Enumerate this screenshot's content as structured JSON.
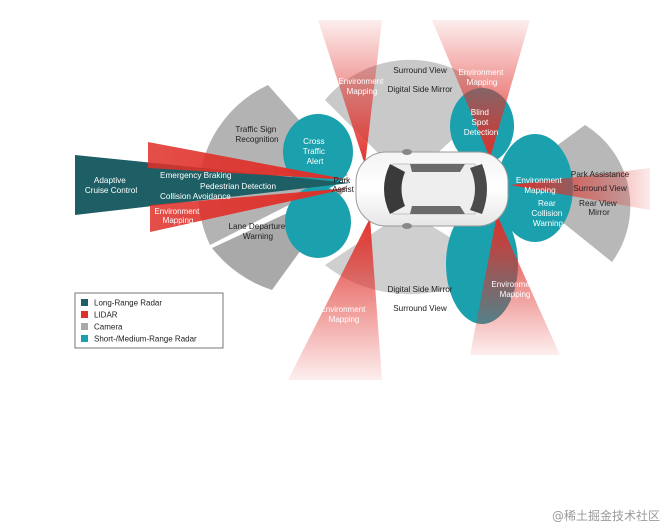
{
  "labels": {
    "adaptive_cruise_control": [
      "Adaptive",
      "Cruise Control"
    ],
    "emergency_braking": "Emergency Braking",
    "pedestrian_detection": "Pedestrian Detection",
    "collision_avoidance": "Collision Avoidance",
    "env_mapping_front": [
      "Environment",
      "Mapping"
    ],
    "traffic_sign_recognition": [
      "Traffic Sign",
      "Recognition"
    ],
    "lane_departure_warning": [
      "Lane Departure",
      "Warning"
    ],
    "cross_traffic_alert": [
      "Cross",
      "Traffic",
      "Alert"
    ],
    "park_assist_front": [
      "Park",
      "Assist"
    ],
    "env_mapping_top_left": [
      "Environment",
      "Mapping"
    ],
    "surround_view_top": "Surround View",
    "digital_side_mirror_top": "Digital Side Mirror",
    "env_mapping_top_right": [
      "Environment",
      "Mapping"
    ],
    "blind_spot_detection": [
      "Blind",
      "Spot",
      "Detection"
    ],
    "env_mapping_rear": [
      "Environment",
      "Mapping"
    ],
    "park_assistance": "Park Assistance",
    "surround_view_rear": "Surround View",
    "rear_view_mirror": [
      "Rear View",
      "Mirror"
    ],
    "rear_collision_warning": [
      "Rear",
      "Collision",
      "Warning"
    ],
    "digital_side_mirror_bottom": "Digital Side Mirror",
    "surround_view_bottom": "Surround View",
    "env_mapping_bottom_left": [
      "Environment",
      "Mapping"
    ],
    "env_mapping_bottom_right": [
      "Environment",
      "Mapping"
    ]
  },
  "legend": [
    {
      "label": "Long-Range Radar",
      "color": "#1d5f64"
    },
    {
      "label": "LIDAR",
      "color": "#e0302a"
    },
    {
      "label": "Camera",
      "color": "#a8a8a8"
    },
    {
      "label": "Short-/Medium-Range Radar",
      "color": "#1aa1ad"
    }
  ],
  "colors": {
    "long_range_radar": "#1d5f64",
    "lidar": "#e0302a",
    "camera": "#a8a8a8",
    "short_medium_radar": "#1aa1ad"
  },
  "watermark": "@稀土掘金技术社区"
}
